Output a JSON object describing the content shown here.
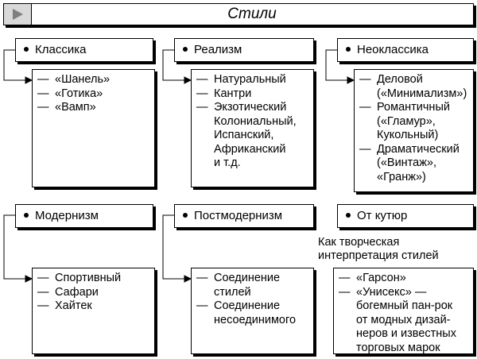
{
  "title": "Стили",
  "groups": [
    {
      "header": "Классика",
      "items": [
        [
          "«Шанель»"
        ],
        [
          "«Готика»"
        ],
        [
          "«Вамп»"
        ]
      ]
    },
    {
      "header": "Реализм",
      "items": [
        [
          "Натуральный"
        ],
        [
          "Кантри"
        ],
        [
          "Экзотический",
          " Колониальный,",
          " Испанский,",
          " Африканский",
          " и т.д."
        ]
      ]
    },
    {
      "header": "Неоклассика",
      "items": [
        [
          "Деловой",
          "(«Минимализм»)"
        ],
        [
          "Романтичный",
          "(«Гламур»,",
          "Кукольный)"
        ],
        [
          "Драматический",
          "(«Винтаж»,",
          "«Гранж»)"
        ]
      ]
    },
    {
      "header": "Модернизм",
      "items": [
        [
          "Спортивный"
        ],
        [
          "Сафари"
        ],
        [
          "Хайтек"
        ]
      ]
    },
    {
      "header": "Постмодернизм",
      "items": [
        [
          "Соединение",
          "стилей"
        ],
        [
          "Соединение",
          "несоединимого"
        ]
      ]
    },
    {
      "header": "От кутюр",
      "note": [
        "Как творческая",
        "интерпретация стилей"
      ],
      "items": [
        [
          "«Гарсон»"
        ],
        [
          "«Унисекс» —",
          "богемный пан-рок",
          "от модных дизай-",
          "неров и известных",
          "торговых марок"
        ]
      ]
    }
  ]
}
